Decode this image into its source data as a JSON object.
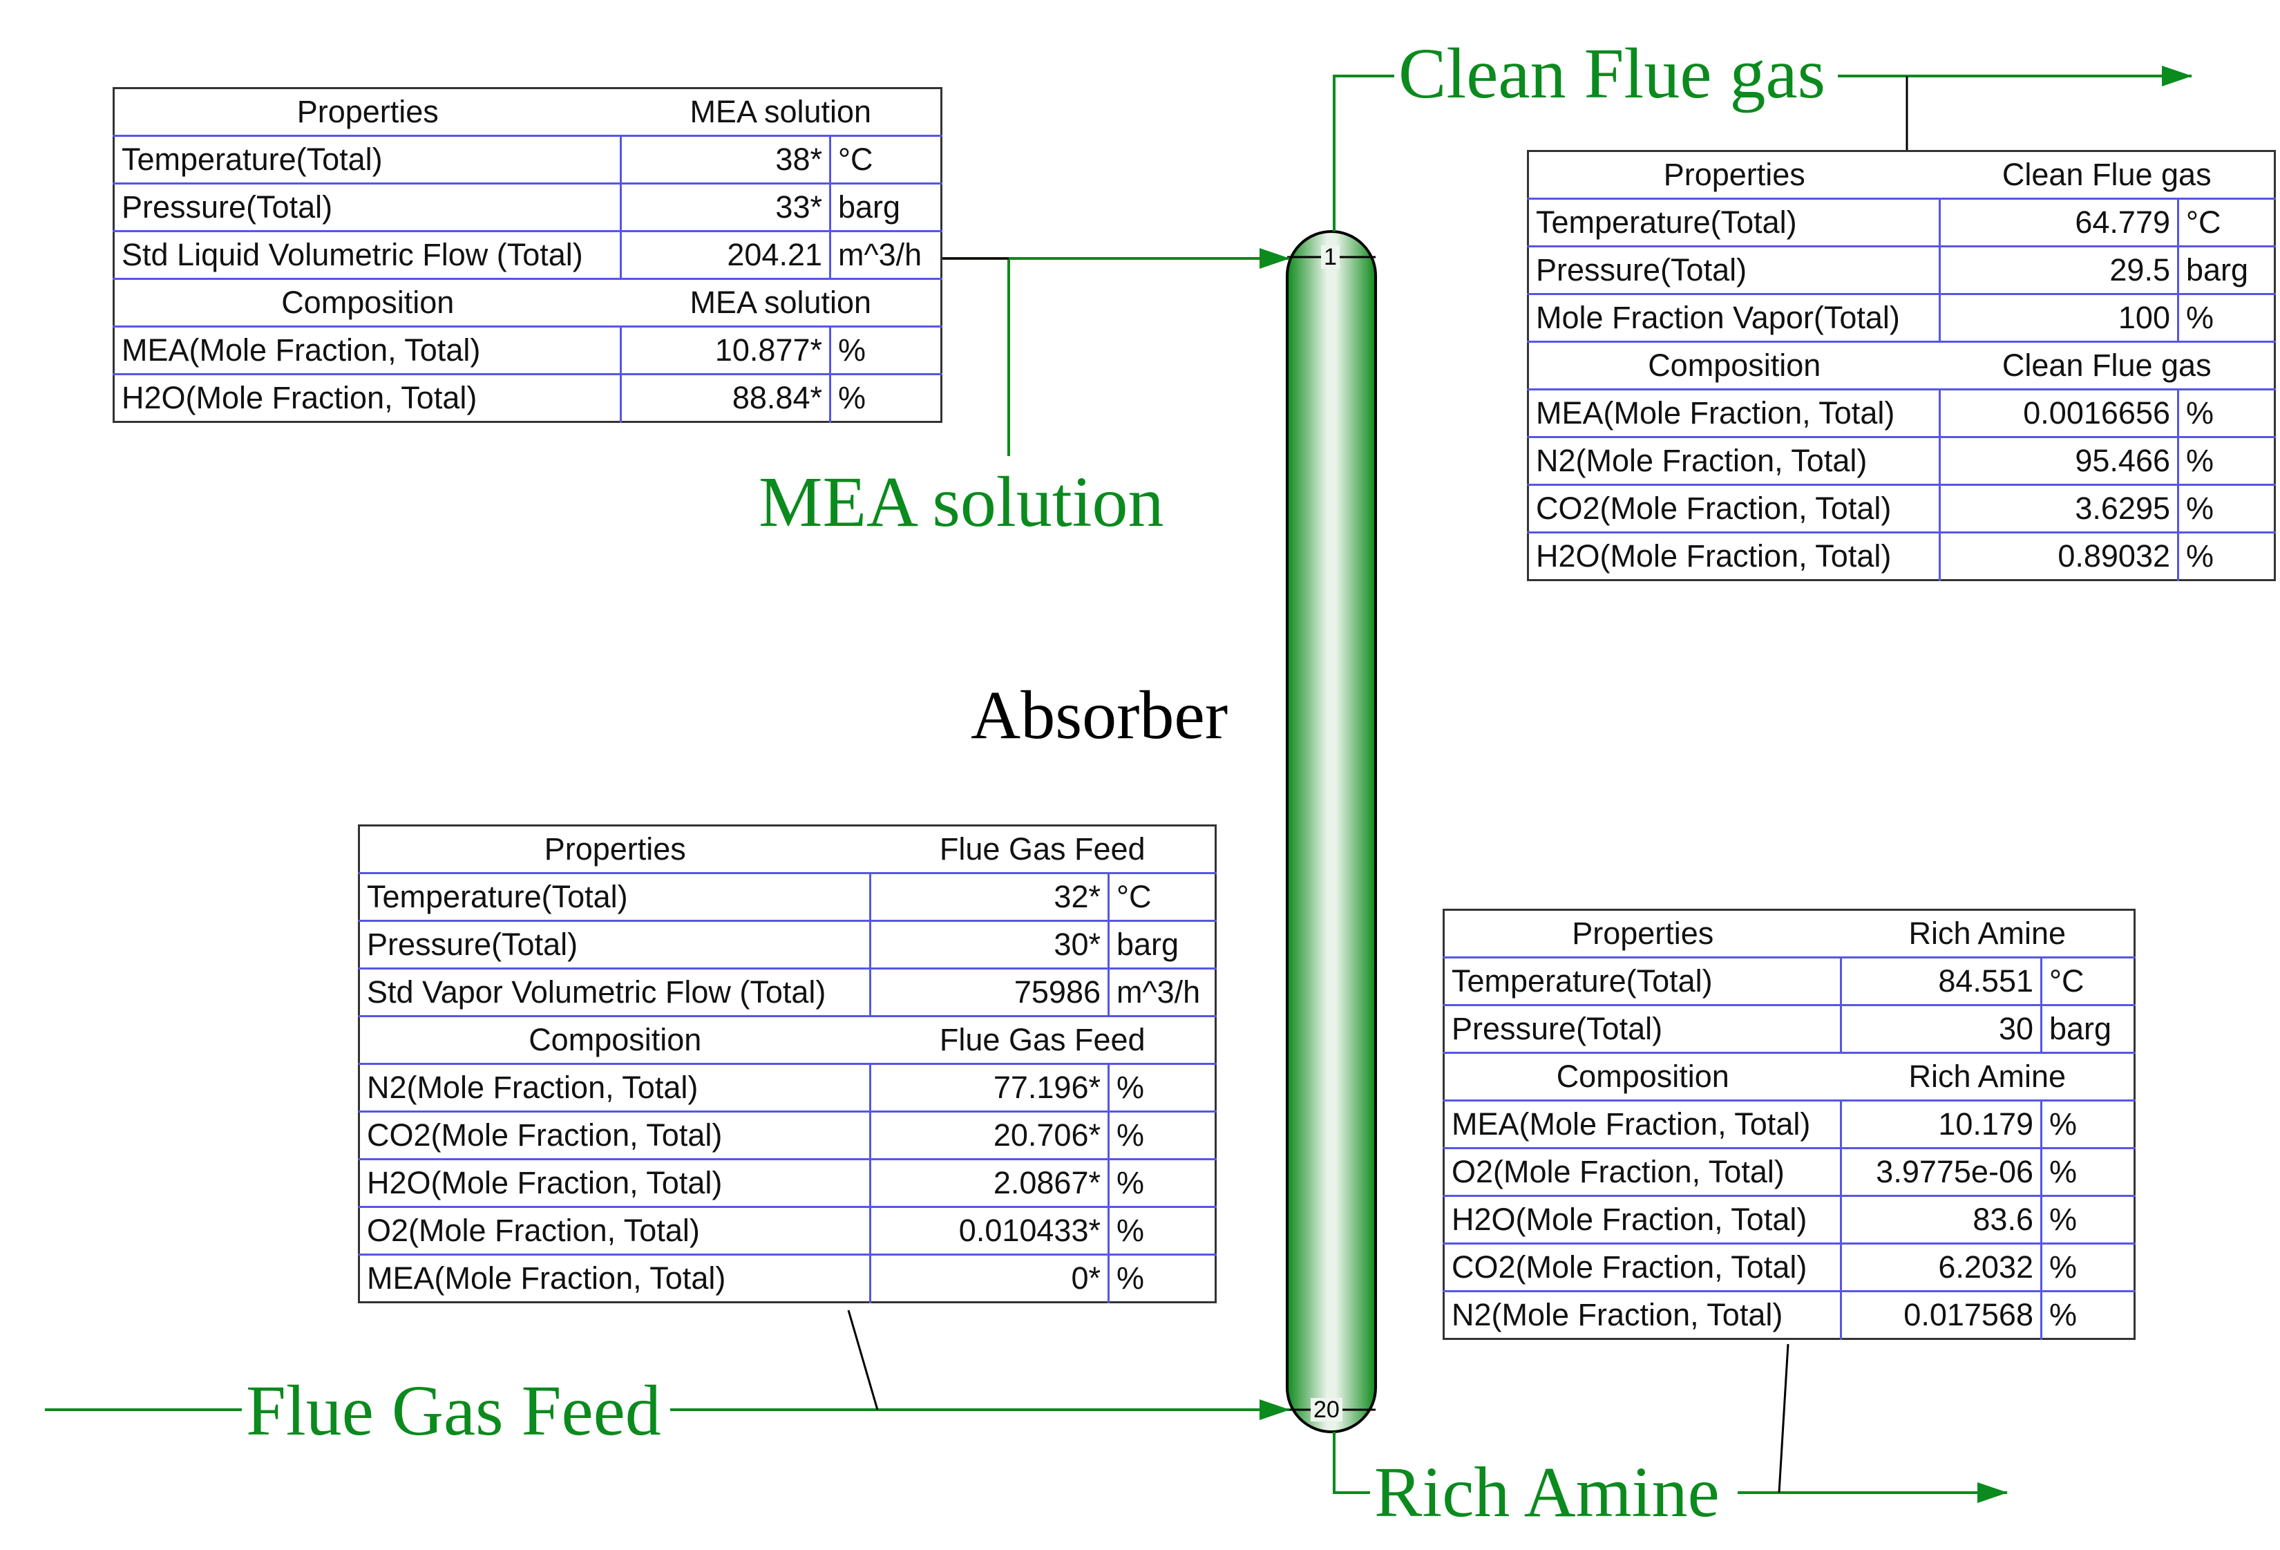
{
  "unit": {
    "name": "Absorber",
    "trays": {
      "top": "1",
      "bottom": "20"
    }
  },
  "streams": {
    "mea_solution": "MEA solution",
    "clean_flue_gas": "Clean Flue gas",
    "flue_gas_feed": "Flue Gas Feed",
    "rich_amine": "Rich Amine"
  },
  "colors": {
    "stream": "#0b8a1e",
    "column_dark": "#0f8a1c",
    "column_light": "#eef5ee",
    "grid": "#5656e6"
  },
  "tables": {
    "mea": {
      "sections": [
        {
          "header": [
            "Properties",
            "MEA solution"
          ],
          "rows": [
            [
              "Temperature(Total)",
              "38*",
              "°C"
            ],
            [
              "Pressure(Total)",
              "33*",
              "barg"
            ],
            [
              "Std Liquid Volumetric Flow (Total)",
              "204.21",
              "m^3/h"
            ]
          ]
        },
        {
          "header": [
            "Composition",
            "MEA solution"
          ],
          "rows": [
            [
              "MEA(Mole Fraction, Total)",
              "10.877*",
              "%"
            ],
            [
              "H2O(Mole Fraction, Total)",
              "88.84*",
              "%"
            ]
          ]
        }
      ]
    },
    "clean": {
      "sections": [
        {
          "header": [
            "Properties",
            "Clean Flue gas"
          ],
          "rows": [
            [
              "Temperature(Total)",
              "64.779",
              "°C"
            ],
            [
              "Pressure(Total)",
              "29.5",
              "barg"
            ],
            [
              "Mole Fraction Vapor(Total)",
              "100",
              "%"
            ]
          ]
        },
        {
          "header": [
            "Composition",
            "Clean Flue gas"
          ],
          "rows": [
            [
              "MEA(Mole Fraction, Total)",
              "0.0016656",
              "%"
            ],
            [
              "N2(Mole Fraction, Total)",
              "95.466",
              "%"
            ],
            [
              "CO2(Mole Fraction, Total)",
              "3.6295",
              "%"
            ],
            [
              "H2O(Mole Fraction, Total)",
              "0.89032",
              "%"
            ]
          ]
        }
      ]
    },
    "flue": {
      "sections": [
        {
          "header": [
            "Properties",
            "Flue Gas Feed"
          ],
          "rows": [
            [
              "Temperature(Total)",
              "32*",
              "°C"
            ],
            [
              "Pressure(Total)",
              "30*",
              "barg"
            ],
            [
              "Std Vapor Volumetric Flow (Total)",
              "75986",
              "m^3/h"
            ]
          ]
        },
        {
          "header": [
            "Composition",
            "Flue Gas Feed"
          ],
          "rows": [
            [
              "N2(Mole Fraction, Total)",
              "77.196*",
              "%"
            ],
            [
              "CO2(Mole Fraction, Total)",
              "20.706*",
              "%"
            ],
            [
              "H2O(Mole Fraction, Total)",
              "2.0867*",
              "%"
            ],
            [
              "O2(Mole Fraction, Total)",
              "0.010433*",
              "%"
            ],
            [
              "MEA(Mole Fraction, Total)",
              "0*",
              "%"
            ]
          ]
        }
      ]
    },
    "rich": {
      "sections": [
        {
          "header": [
            "Properties",
            "Rich Amine"
          ],
          "rows": [
            [
              "Temperature(Total)",
              "84.551",
              "°C"
            ],
            [
              "Pressure(Total)",
              "30",
              "barg"
            ]
          ]
        },
        {
          "header": [
            "Composition",
            "Rich Amine"
          ],
          "rows": [
            [
              "MEA(Mole Fraction, Total)",
              "10.179",
              "%"
            ],
            [
              "O2(Mole Fraction, Total)",
              "3.9775e-06",
              "%"
            ],
            [
              "H2O(Mole Fraction, Total)",
              "83.6",
              "%"
            ],
            [
              "CO2(Mole Fraction, Total)",
              "6.2032",
              "%"
            ],
            [
              "N2(Mole Fraction, Total)",
              "0.017568",
              "%"
            ]
          ]
        }
      ]
    }
  }
}
